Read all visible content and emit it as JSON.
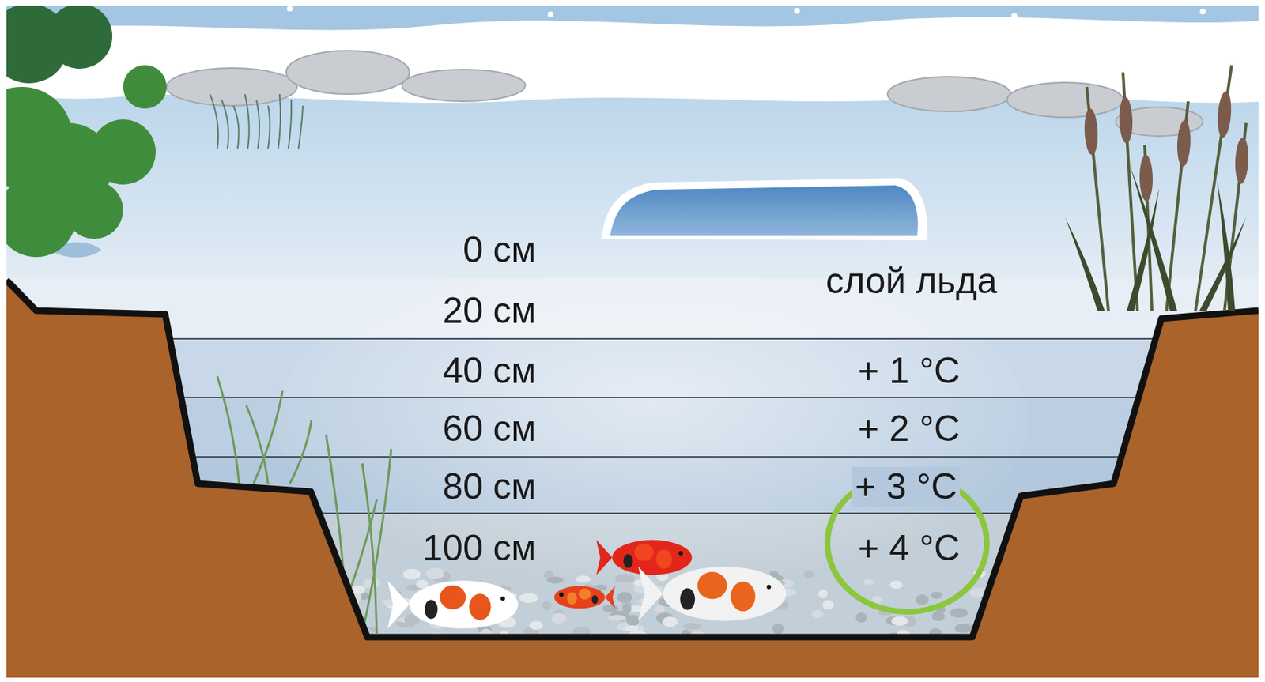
{
  "diagram": {
    "labels": [
      "0 см",
      "20 см",
      "слой льда",
      "40 см",
      "+ 1 °C",
      "60 см",
      "+ 2 °C",
      "80 см",
      "+ 3 °C",
      "100 см",
      "+ 4 °C"
    ]
  }
}
